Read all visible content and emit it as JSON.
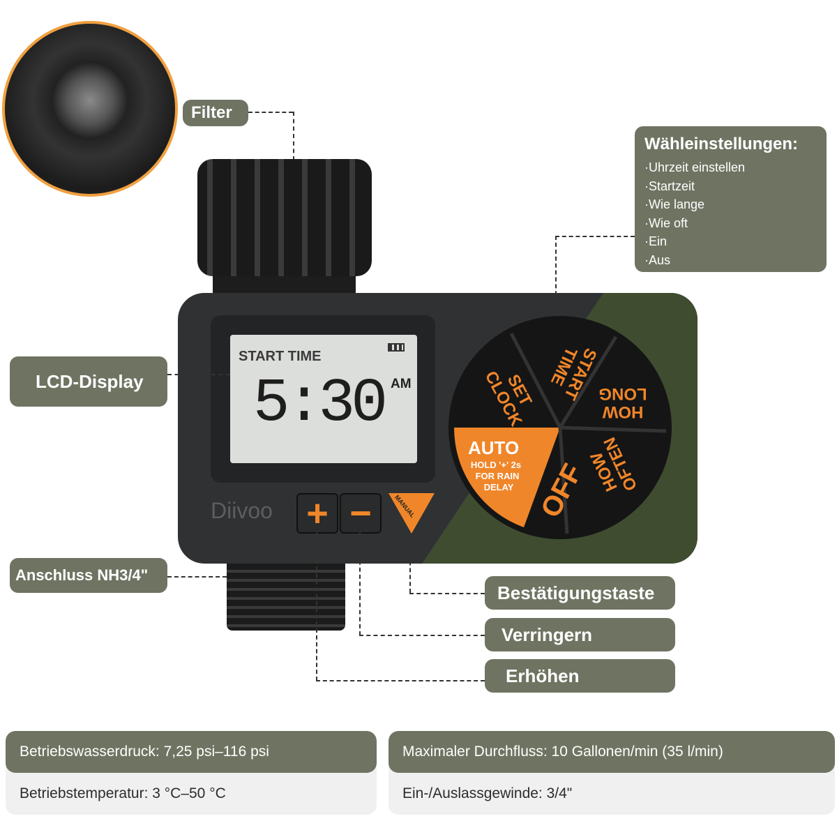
{
  "labels": {
    "filter": "Filter",
    "lcd": "LCD-Display",
    "connector": "Anschluss NH3/4\"",
    "confirm": "Bestätigungstaste",
    "decrease": "Verringern",
    "increase": "Erhöhen"
  },
  "dial_settings": {
    "title": "Wähleinstellungen:",
    "items": [
      "·Uhrzeit einstellen",
      "·Startzeit",
      "·Wie lange",
      "·Wie oft",
      "·Ein",
      "·Aus"
    ]
  },
  "device": {
    "brand": "Diivoo",
    "lcd_mode": "START TIME",
    "lcd_time": "5:30",
    "lcd_ampm": "AM",
    "plus": "+",
    "minus": "−",
    "manual": "MANUAL",
    "dial": {
      "set_clock": [
        "SET",
        "CLOCK"
      ],
      "start_time": [
        "START",
        "TIME"
      ],
      "how_long": [
        "HOW",
        "LONG"
      ],
      "how_often": [
        "HOW",
        "OFTEN"
      ],
      "off": "OFF",
      "auto": "AUTO",
      "auto_sub": [
        "HOLD '+' 2s",
        "FOR RAIN",
        "DELAY"
      ]
    }
  },
  "specs": [
    {
      "top": "Betriebswasserdruck: 7,25 psi–116 psi",
      "bottom": "Betriebstemperatur: 3 °C–50 °C"
    },
    {
      "top": "Maximaler Durchfluss: 10 Gallonen/min (35 l/min)",
      "bottom": "Ein-/Auslassgewinde: 3/4\""
    }
  ],
  "colors": {
    "accent": "#f0862a",
    "label_bg": "#6f7462",
    "body": "#2f3133",
    "green": "#3f4c30"
  }
}
